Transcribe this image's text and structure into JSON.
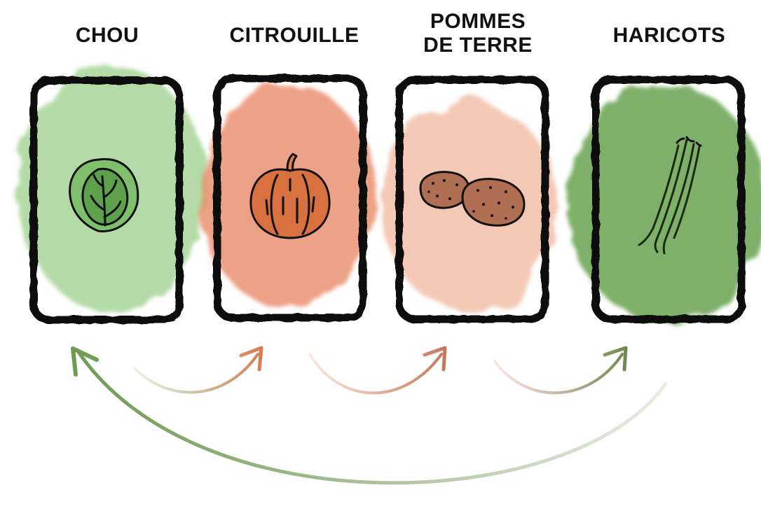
{
  "diagram": {
    "beds": [
      {
        "label": "CHOU",
        "crop_icon": "cabbage-icon",
        "color": "#9ccf8a"
      },
      {
        "label": "CITROUILLE",
        "crop_icon": "pumpkin-icon",
        "color": "#e98a68"
      },
      {
        "label": "POMMES\nDE TERRE",
        "crop_icon": "potato-icon",
        "color": "#f0b79d"
      },
      {
        "label": "HARICOTS",
        "crop_icon": "green-bean-icon",
        "color": "#71a85a"
      }
    ],
    "rotation_arrows": [
      {
        "from": "CHOU",
        "to": "CITROUILLE",
        "gradient": [
          "#83b06a",
          "#d97a4f"
        ]
      },
      {
        "from": "CITROUILLE",
        "to": "POMMES DE TERRE",
        "gradient": [
          "#d97a4f",
          "#c4745a"
        ]
      },
      {
        "from": "POMMES DE TERRE",
        "to": "HARICOTS",
        "gradient": [
          "#c4745a",
          "#6c8a4c"
        ]
      },
      {
        "from": "HARICOTS",
        "to": "CHOU",
        "gradient": [
          "#6c8a4c",
          "#6e9b52"
        ]
      }
    ],
    "outline_color": "#0b0b0b"
  }
}
